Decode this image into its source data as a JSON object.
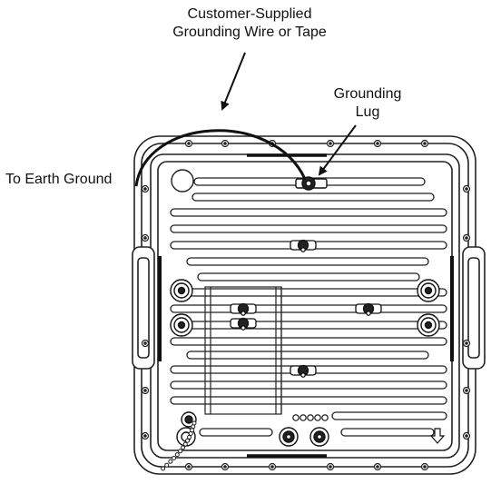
{
  "labels": {
    "wire_line1": "Customer-Supplied",
    "wire_line2": "Grounding Wire or Tape",
    "lug_line1": "Grounding",
    "lug_line2": "Lug",
    "earth": "To Earth Ground"
  },
  "colors": {
    "ink": "#111111",
    "stroke": "#222222",
    "fill": "#ffffff",
    "shade": "#cfcfcf"
  }
}
